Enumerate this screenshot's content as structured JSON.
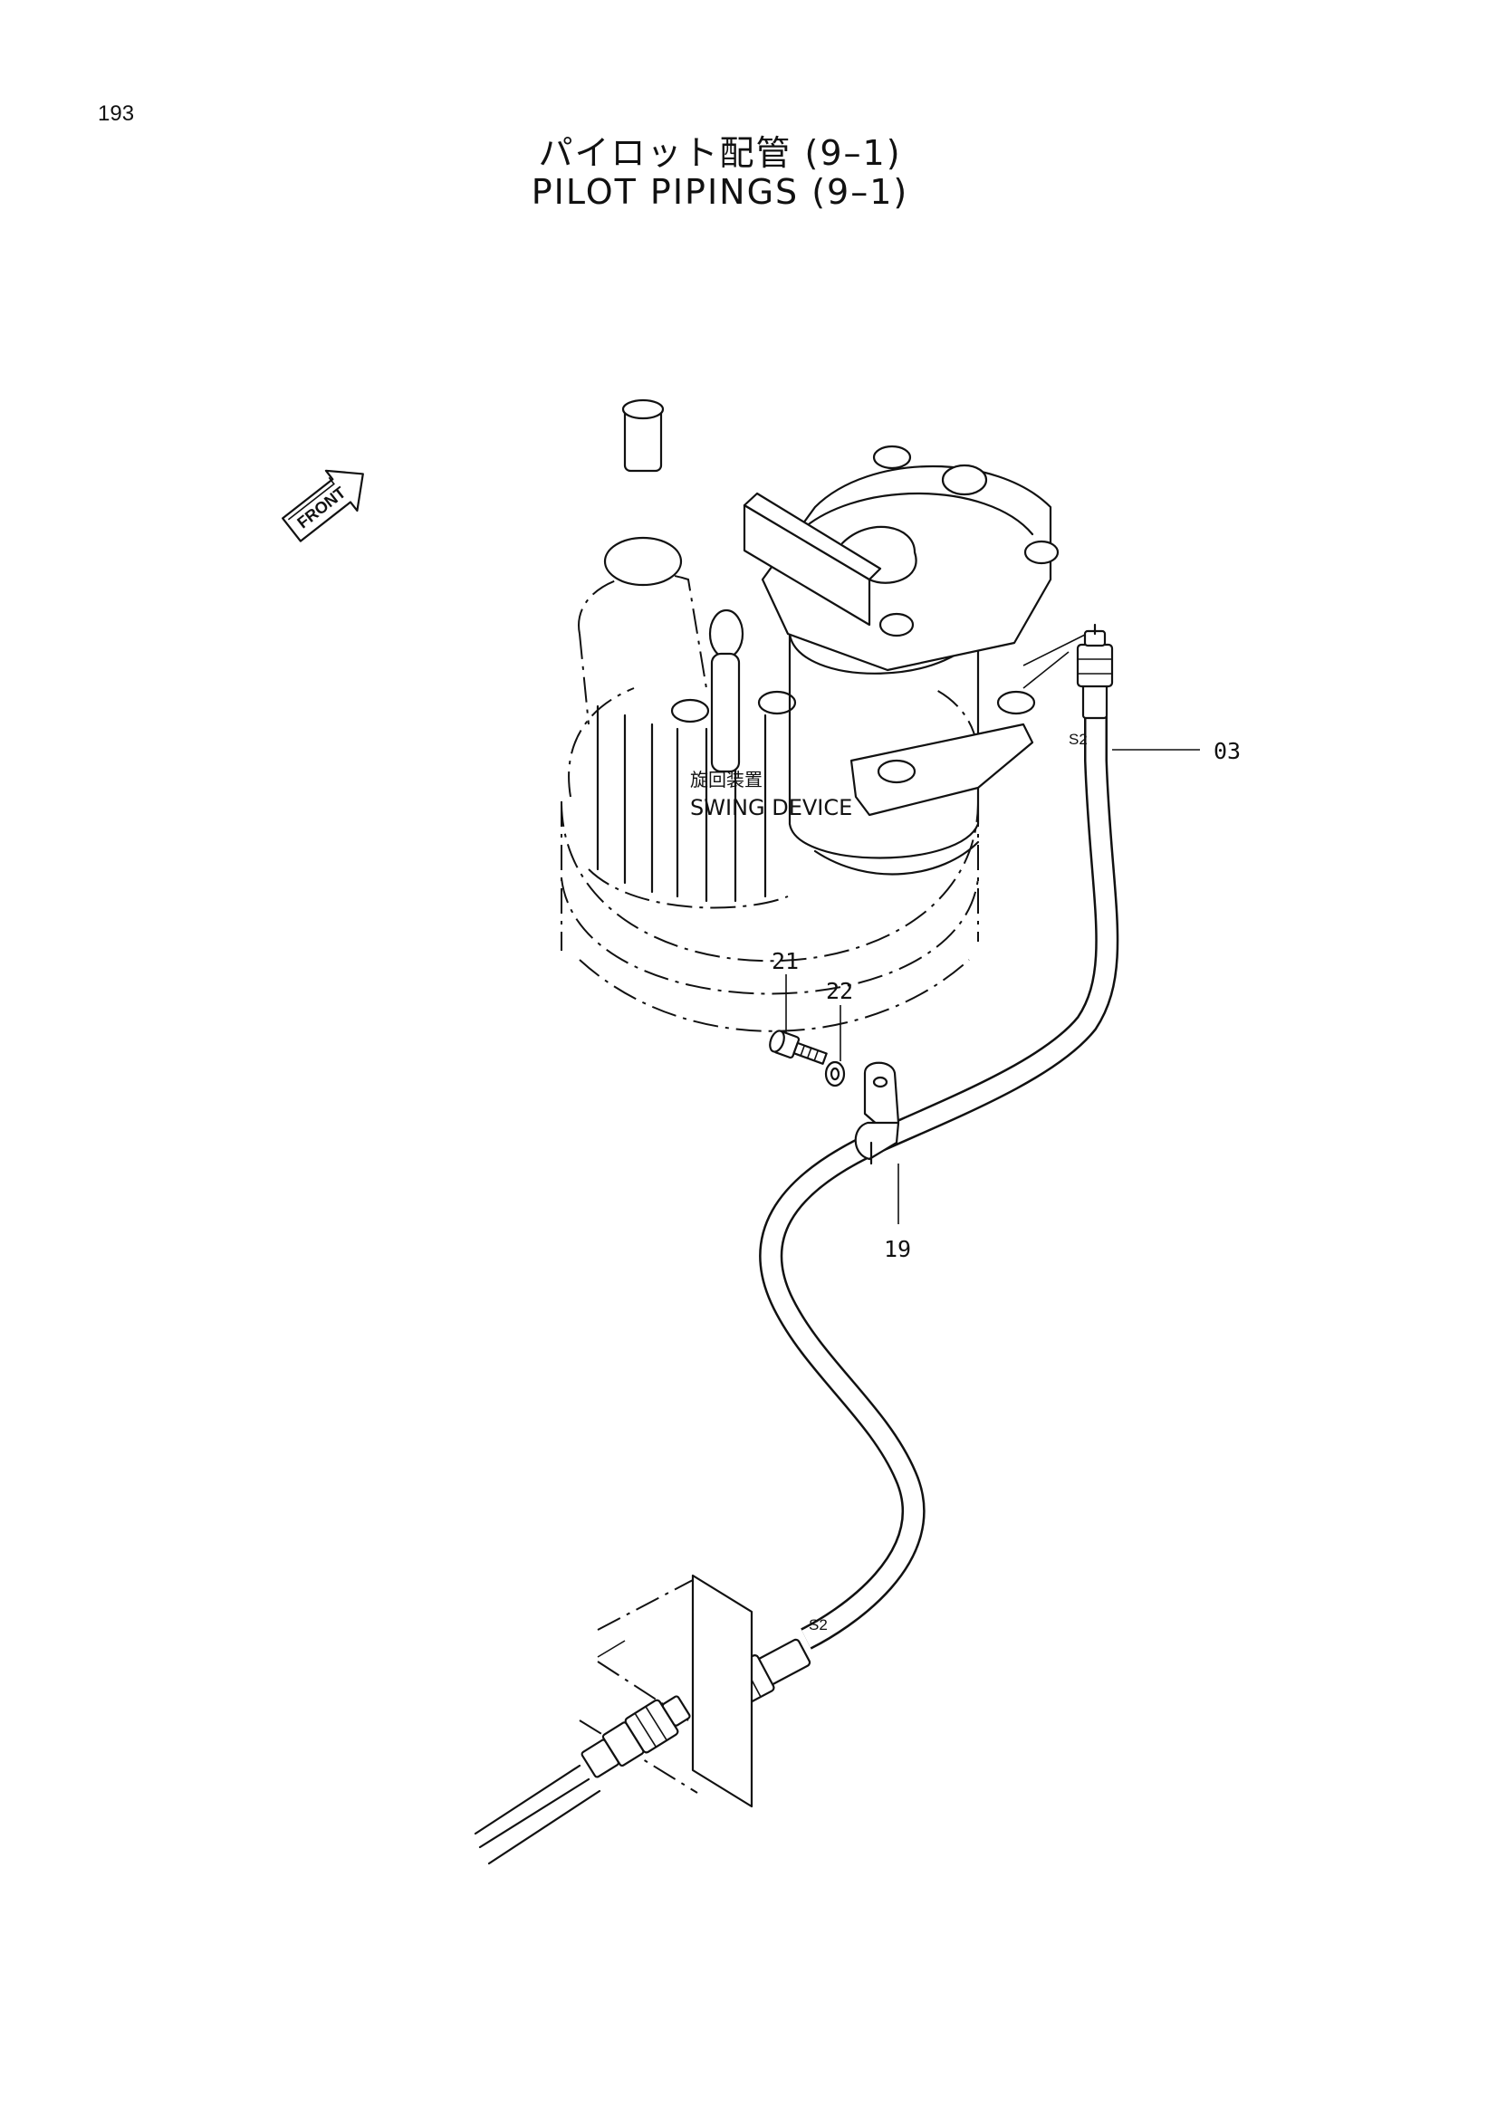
{
  "page_number": "193",
  "title": {
    "japanese": "パイロット配管 (9–1)",
    "english": "PILOT PIPINGS (9–1)"
  },
  "orientation_marker": "FRONT",
  "device_label": {
    "japanese": "旋回装置",
    "english": "SWING DEVICE"
  },
  "hose_marks": [
    "S2",
    "S2"
  ],
  "callouts": [
    "03",
    "21",
    "22",
    "19"
  ],
  "colors": {
    "ink": "#111111",
    "paper": "#ffffff"
  }
}
